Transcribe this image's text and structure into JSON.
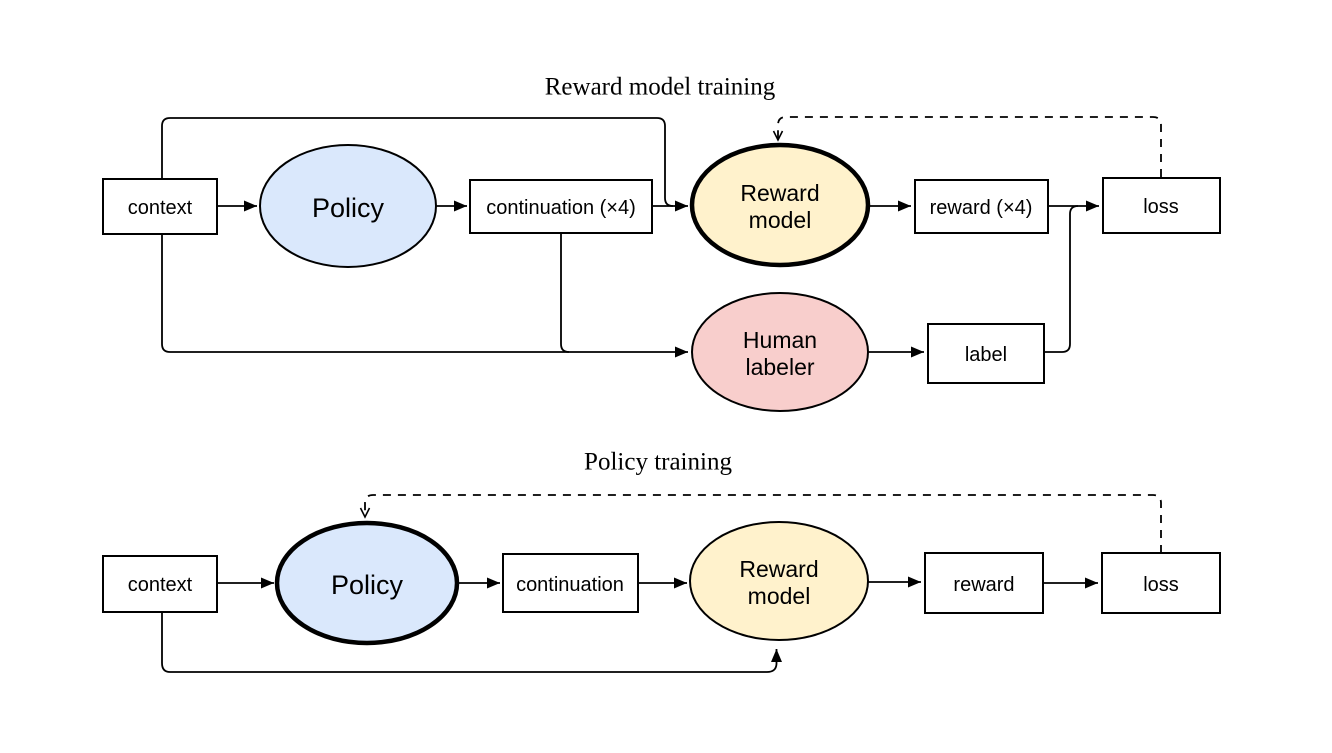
{
  "colors": {
    "policy_fill": "#dae8fc",
    "reward_model_fill": "#fff2cc",
    "human_labeler_fill": "#f8cecc",
    "box_fill": "#ffffff",
    "stroke": "#000000"
  },
  "reward_model_training": {
    "title": "Reward model training",
    "nodes": {
      "context": "context",
      "policy": "Policy",
      "continuation": "continuation (×4)",
      "reward_model_line1": "Reward",
      "reward_model_line2": "model",
      "reward": "reward (×4)",
      "loss": "loss",
      "human_labeler_line1": "Human",
      "human_labeler_line2": "labeler",
      "label": "label"
    }
  },
  "policy_training": {
    "title": "Policy training",
    "nodes": {
      "context": "context",
      "policy": "Policy",
      "continuation": "continuation",
      "reward_model_line1": "Reward",
      "reward_model_line2": "model",
      "reward": "reward",
      "loss": "loss"
    }
  }
}
